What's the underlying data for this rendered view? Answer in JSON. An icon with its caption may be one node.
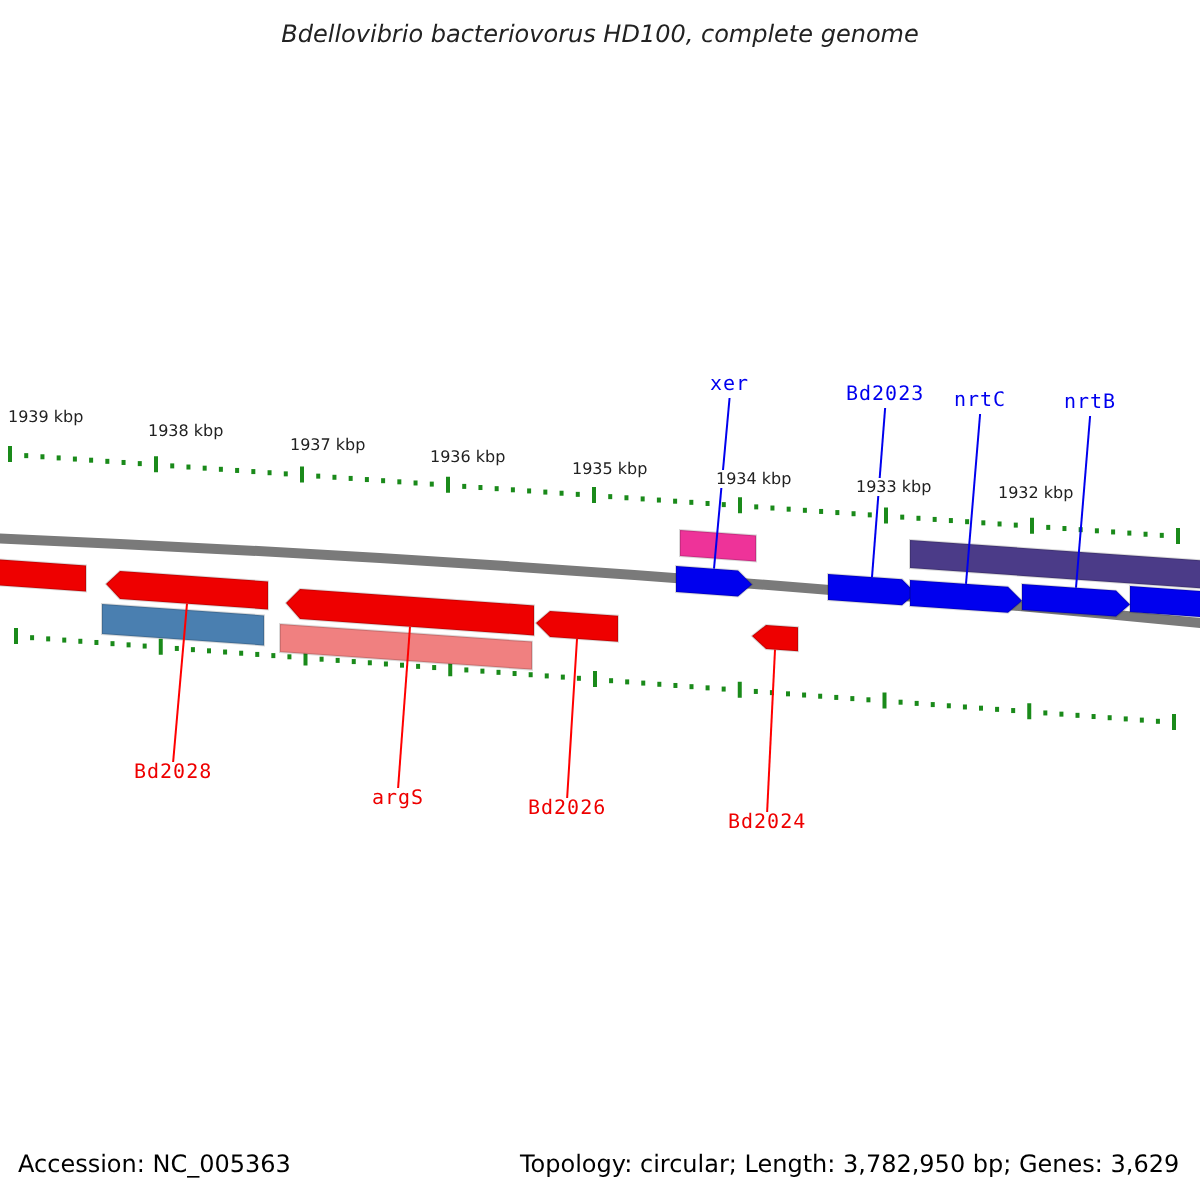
{
  "diagram": {
    "title": "Bdellovibrio bacteriovorus HD100, complete genome",
    "nodes": [
      {
        "text": [
          "xer"
        ]
      },
      {
        "text": [
          "Bd2023"
        ]
      },
      {
        "text": [
          "nrtC"
        ]
      },
      {
        "text": [
          "nrtB"
        ]
      },
      {
        "text": [
          "Bd2028"
        ]
      },
      {
        "text": [
          "argS"
        ]
      },
      {
        "text": [
          "Bd2026"
        ]
      },
      {
        "text": [
          "Bd2024"
        ]
      },
      {
        "text": [],
        "shape": "arrow"
      },
      {
        "text": [],
        "shape": "arrow"
      },
      {
        "text": [],
        "shape": "arrow"
      },
      {
        "text": [],
        "shape": "arrow"
      },
      {
        "text": [],
        "shape": "arrow"
      },
      {
        "text": [],
        "shape": "arrow"
      },
      {
        "text": [],
        "shape": "arrow"
      },
      {
        "text": [],
        "shape": "arrow"
      },
      {
        "text": [],
        "shape": "bar"
      },
      {
        "text": [],
        "shape": "bar"
      },
      {
        "text": [],
        "shape": "bar"
      },
      {
        "text": [],
        "shape": "bar"
      },
      {
        "text": [],
        "shape": "bar"
      },
      {
        "text": [],
        "shape": "arrow"
      }
    ],
    "edges": [
      {
        "from": 0,
        "to": 8,
        "arrow": "none"
      },
      {
        "from": 1,
        "to": 9,
        "arrow": "none"
      },
      {
        "from": 2,
        "to": 10,
        "arrow": "none"
      },
      {
        "from": 3,
        "to": 11,
        "arrow": "none"
      },
      {
        "from": 4,
        "to": 12,
        "arrow": "none",
        "color": "#ff0000"
      },
      {
        "from": 5,
        "to": 13,
        "arrow": "none",
        "color": "#ff0000"
      },
      {
        "from": 6,
        "to": 14,
        "arrow": "none",
        "color": "#ff0000"
      },
      {
        "from": 7,
        "to": 15,
        "arrow": "none",
        "color": "#ff0000"
      }
    ],
    "labels": [
      "1939 kbp",
      "1938 kbp",
      "1937 kbp",
      "1936 kbp",
      "1935 kbp",
      "1934 kbp",
      "1933 kbp",
      "1932 kbp",
      "Accession: NC_005363",
      "Topology: circular; Length: 3,782,950 bp; Genes: 3,629"
    ]
  }
}
